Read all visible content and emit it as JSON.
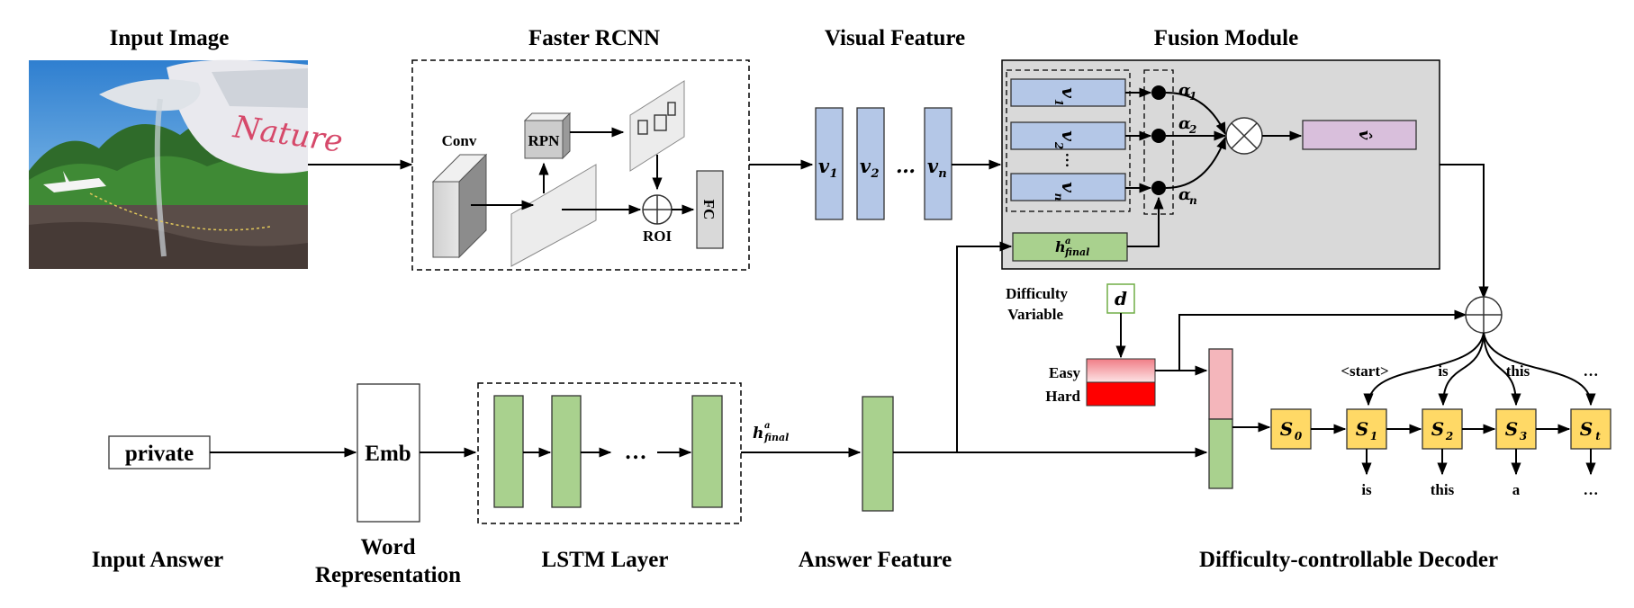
{
  "titles": {
    "input_image": "Input Image",
    "faster_rcnn": "Faster RCNN",
    "visual_feature": "Visual Feature",
    "fusion_module": "Fusion Module",
    "input_answer": "Input Answer",
    "word_representation_line1": "Word",
    "word_representation_line2": "Representation",
    "lstm_layer": "LSTM Layer",
    "answer_feature": "Answer Feature",
    "decoder": "Difficulty-controllable Decoder"
  },
  "rcnn": {
    "conv": "Conv",
    "rpn": "RPN",
    "roi": "ROI",
    "fc": "FC"
  },
  "visual": {
    "v1": "v",
    "v1_sub": "1",
    "v2": "v",
    "v2_sub": "2",
    "dots": "…",
    "vn": "v",
    "vn_sub": "n"
  },
  "fusion": {
    "v1": "v",
    "v1_sub": "1",
    "v2": "v",
    "v2_sub": "2",
    "vn": "v",
    "vn_sub": "n",
    "vdots": "…",
    "a1": "α",
    "a1_sub": "1",
    "a2": "α",
    "a2_sub": "2",
    "an": "α",
    "an_sub": "n",
    "output": "v̂",
    "h_final": "h",
    "h_final_sup": "a",
    "h_final_sub": "final"
  },
  "difficulty": {
    "label_line1": "Difficulty",
    "label_line2": "Variable",
    "d": "d",
    "easy": "Easy",
    "hard": "Hard"
  },
  "answer": {
    "input_word": "private",
    "emb": "Emb",
    "lstm_dots": "…",
    "h_label": "h",
    "h_label_sup": "a",
    "h_label_sub": "final"
  },
  "decoder": {
    "s0": "S",
    "s0_sub": "0",
    "s1": "S",
    "s1_sub": "1",
    "s2": "S",
    "s2_sub": "2",
    "s3": "S",
    "s3_sub": "3",
    "st": "S",
    "st_sub": "t",
    "in_start": "<start>",
    "in_is": "is",
    "in_this": "this",
    "in_dots": "…",
    "out_is": "is",
    "out_this": "this",
    "out_a": "a",
    "out_dots": "…"
  },
  "colors": {
    "blue_feature": "#b4c7e7",
    "green_feature": "#a9d18e",
    "fusion_bg": "#d9d9d9",
    "purple_output": "#d9bfdc",
    "decoder_state": "#ffd966",
    "easy_pink": "#f4a6ab",
    "hard_red": "#ff0000",
    "d_border": "#70ad47"
  }
}
